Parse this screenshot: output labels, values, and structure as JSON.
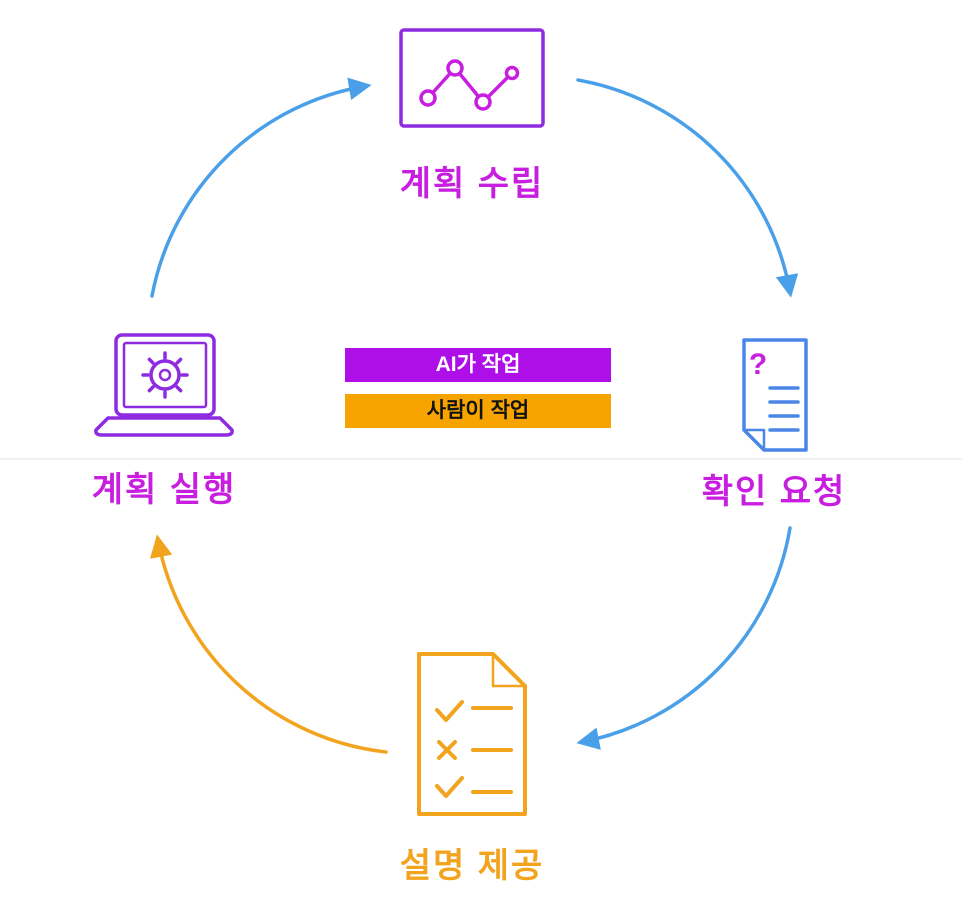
{
  "nodes": {
    "plan": {
      "label": "계획 수립"
    },
    "confirm": {
      "label": "확인 요청",
      "doc_glyph": "?"
    },
    "explain": {
      "label": "설명 제공"
    },
    "execute": {
      "label": "계획 실행"
    }
  },
  "legend": {
    "ai": {
      "label": "AI가 작업"
    },
    "human": {
      "label": "사람이 작업"
    }
  },
  "colors": {
    "magenta_label": "#c81ee0",
    "purple_icon": "#8d2be0",
    "doc_blue": "#4a86e8",
    "blue_arrow": "#4aa0e8",
    "orange": "#f2a41f",
    "legend_ai_bg": "#ae0fe8",
    "legend_ai_text": "#ffffff",
    "legend_human_bg": "#f7a400",
    "legend_human_text": "#121212"
  }
}
